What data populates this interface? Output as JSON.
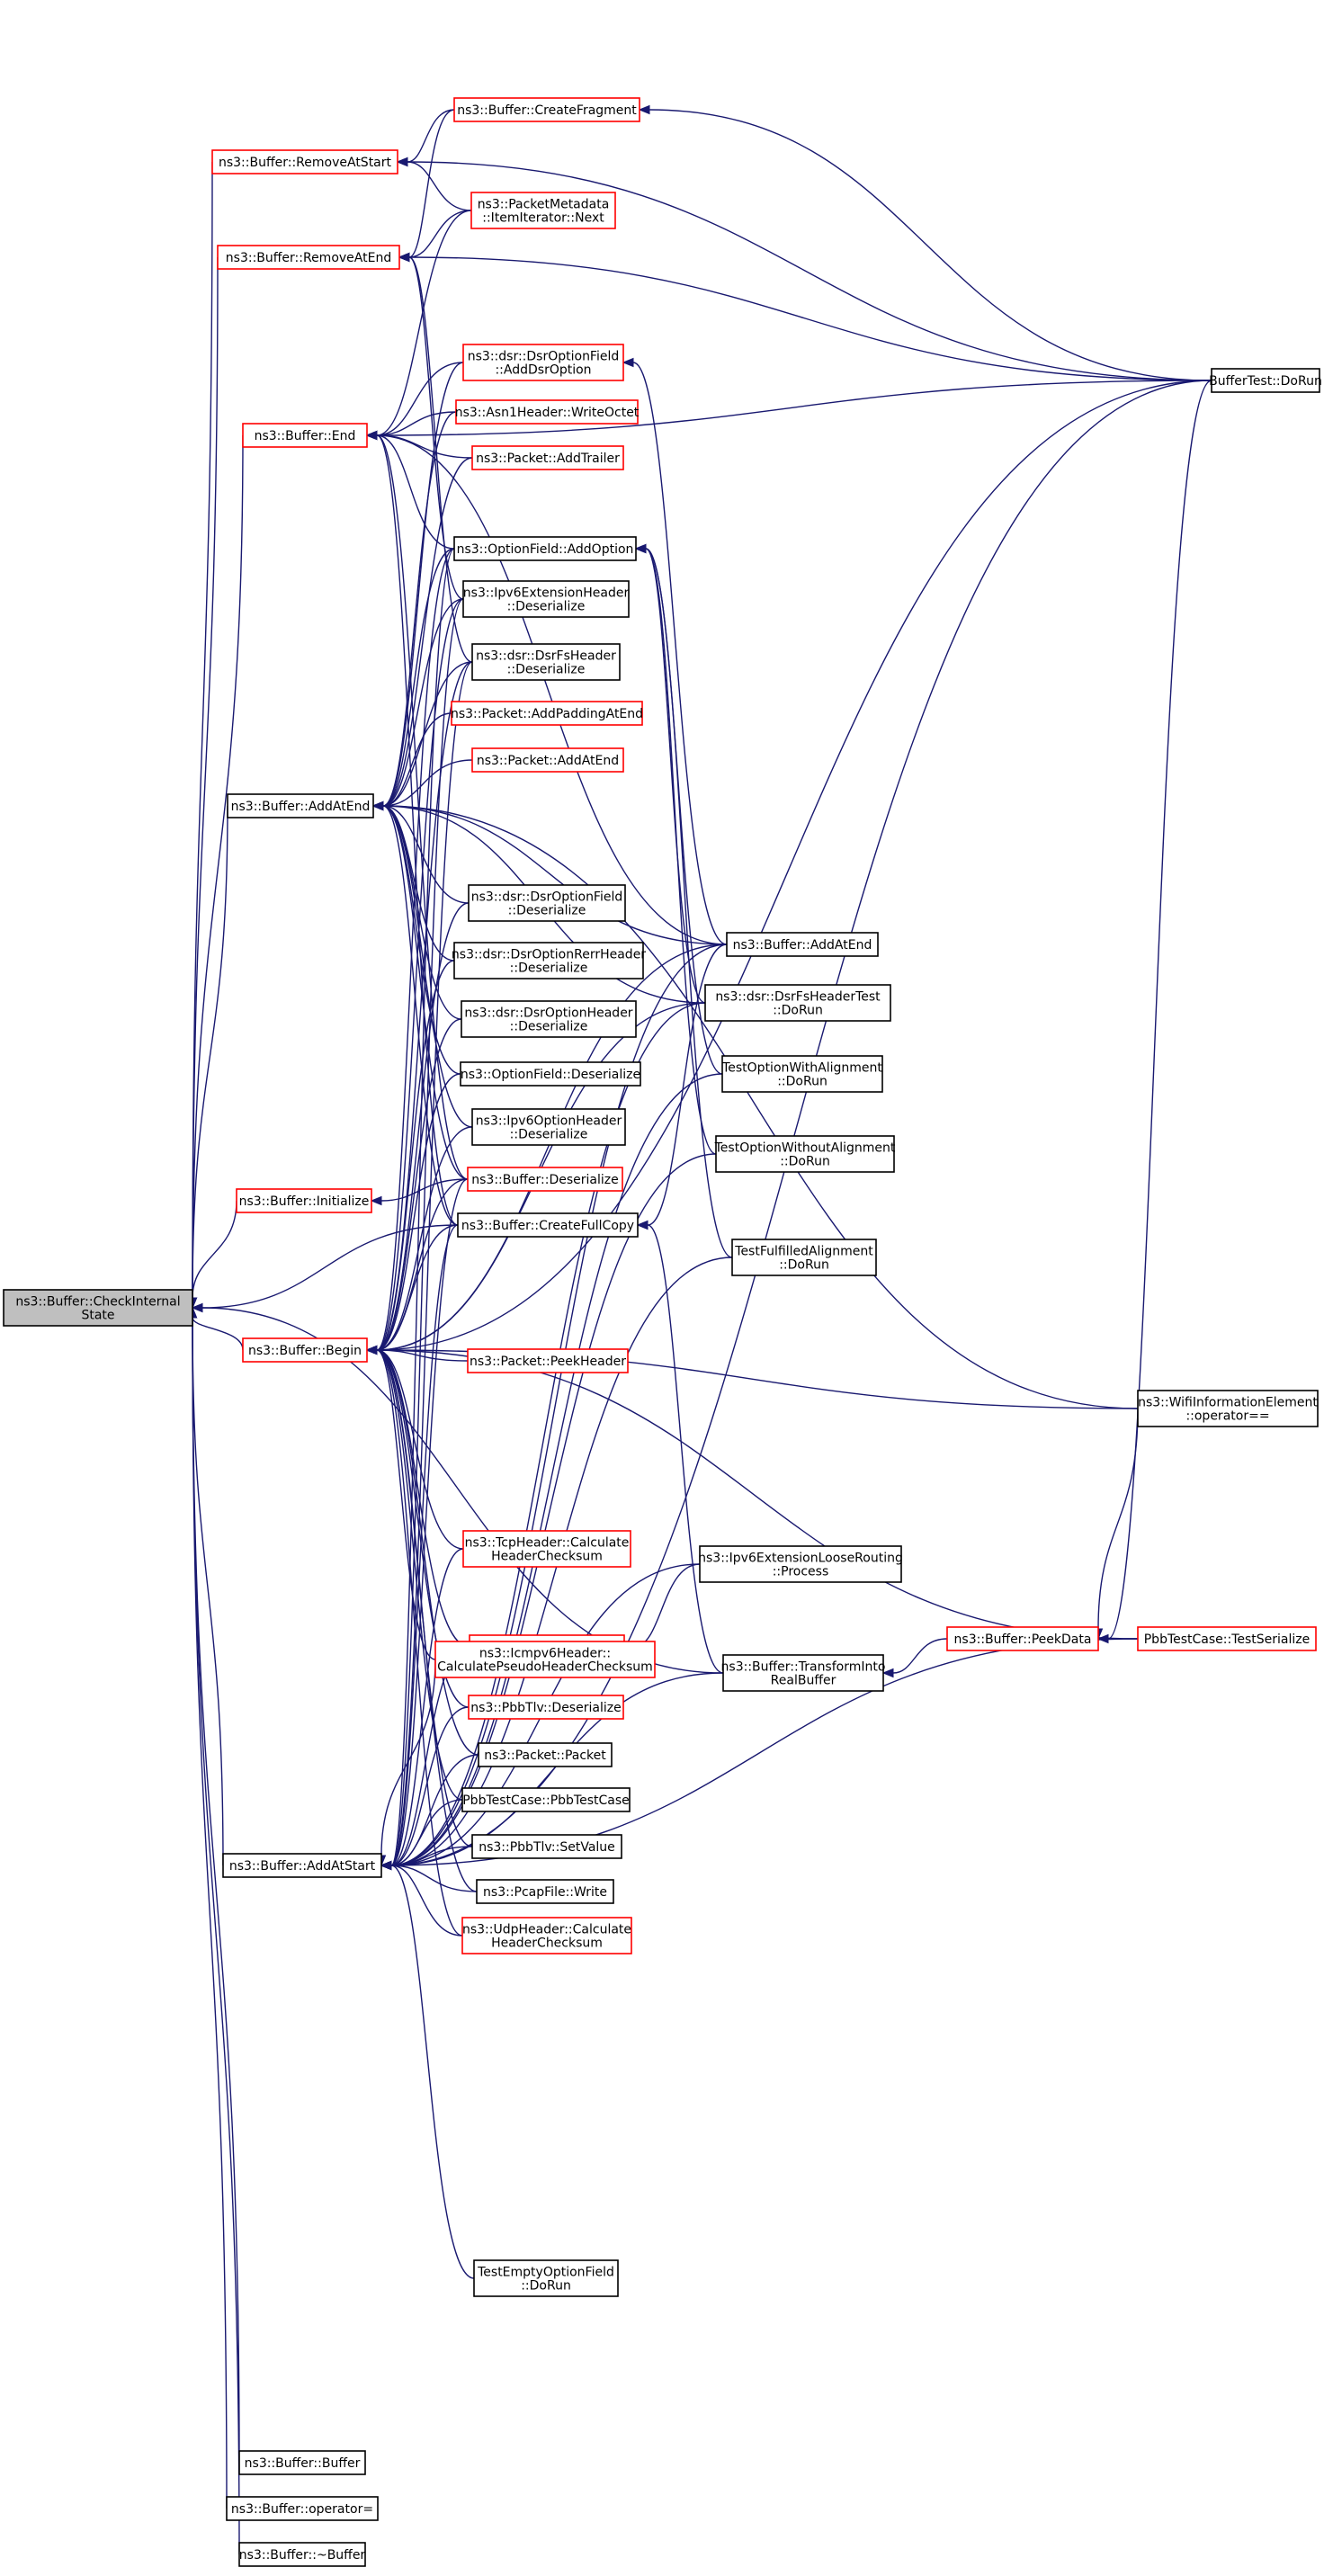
{
  "colors": {
    "edge": "#191970",
    "border_default": "#000000",
    "border_truncated": "#ff0000",
    "root_fill": "#bfbfbf",
    "node_fill": "#ffffff"
  },
  "nodes": {
    "root": {
      "lines": [
        "ns3::Buffer::CheckInternal",
        "State"
      ],
      "variant": "root"
    },
    "removeAtStart": {
      "lines": [
        "ns3::Buffer::RemoveAtStart"
      ],
      "variant": "truncated"
    },
    "createFragment": {
      "lines": [
        "ns3::Buffer::CreateFragment"
      ],
      "variant": "truncated"
    },
    "removeAtEnd": {
      "lines": [
        "ns3::Buffer::RemoveAtEnd"
      ],
      "variant": "truncated"
    },
    "pmNext": {
      "lines": [
        "ns3::PacketMetadata",
        "::ItemIterator::Next"
      ],
      "variant": "truncated"
    },
    "end": {
      "lines": [
        "ns3::Buffer::End"
      ],
      "variant": "truncated"
    },
    "dsrAddOpt": {
      "lines": [
        "ns3::dsr::DsrOptionField",
        "::AddDsrOption"
      ],
      "variant": "truncated"
    },
    "asn1": {
      "lines": [
        "ns3::Asn1Header::WriteOctet"
      ],
      "variant": "truncated"
    },
    "addTrailer": {
      "lines": [
        "ns3::Packet::AddTrailer"
      ],
      "variant": "truncated"
    },
    "optAddOpt": {
      "lines": [
        "ns3::OptionField::AddOption"
      ],
      "variant": "normal"
    },
    "ipv6ExtDes": {
      "lines": [
        "ns3::Ipv6ExtensionHeader",
        "::Deserialize"
      ],
      "variant": "normal"
    },
    "dsrFsDes": {
      "lines": [
        "ns3::dsr::DsrFsHeader",
        "::Deserialize"
      ],
      "variant": "normal"
    },
    "addPadding": {
      "lines": [
        "ns3::Packet::AddPaddingAtEnd"
      ],
      "variant": "truncated"
    },
    "pktAddAtEnd": {
      "lines": [
        "ns3::Packet::AddAtEnd"
      ],
      "variant": "truncated"
    },
    "addAtEnd": {
      "lines": [
        "ns3::Buffer::AddAtEnd"
      ],
      "variant": "normal"
    },
    "dsrOptFieldDes": {
      "lines": [
        "ns3::dsr::DsrOptionField",
        "::Deserialize"
      ],
      "variant": "normal"
    },
    "bufAddAtEnd2": {
      "lines": [
        "ns3::Buffer::AddAtEnd"
      ],
      "variant": "normal"
    },
    "dsrRerr": {
      "lines": [
        "ns3::dsr::DsrOptionRerrHeader",
        "::Deserialize"
      ],
      "variant": "normal"
    },
    "dsrFsTest": {
      "lines": [
        "ns3::dsr::DsrFsHeaderTest",
        "::DoRun"
      ],
      "variant": "normal"
    },
    "dsrOptHdr": {
      "lines": [
        "ns3::dsr::DsrOptionHeader",
        "::Deserialize"
      ],
      "variant": "normal"
    },
    "optFieldDes": {
      "lines": [
        "ns3::OptionField::Deserialize"
      ],
      "variant": "normal"
    },
    "testWithAlign": {
      "lines": [
        "TestOptionWithAlignment",
        "::DoRun"
      ],
      "variant": "normal"
    },
    "ipv6OptDes": {
      "lines": [
        "ns3::Ipv6OptionHeader",
        "::Deserialize"
      ],
      "variant": "normal"
    },
    "testWithoutAlign": {
      "lines": [
        "TestOptionWithoutAlignment",
        "::DoRun"
      ],
      "variant": "normal"
    },
    "initialize": {
      "lines": [
        "ns3::Buffer::Initialize"
      ],
      "variant": "truncated"
    },
    "bufDes": {
      "lines": [
        "ns3::Buffer::Deserialize"
      ],
      "variant": "truncated"
    },
    "fullCopy": {
      "lines": [
        "ns3::Buffer::CreateFullCopy"
      ],
      "variant": "normal"
    },
    "testFulfilled": {
      "lines": [
        "TestFulfilledAlignment",
        "::DoRun"
      ],
      "variant": "normal"
    },
    "begin": {
      "lines": [
        "ns3::Buffer::Begin"
      ],
      "variant": "truncated"
    },
    "peekHeader": {
      "lines": [
        "ns3::Packet::PeekHeader"
      ],
      "variant": "truncated"
    },
    "bufferTest": {
      "lines": [
        "BufferTest::DoRun"
      ],
      "variant": "normal"
    },
    "wifiIE": {
      "lines": [
        "ns3::WifiInformationElement",
        "::operator=="
      ],
      "variant": "normal"
    },
    "tcpChk": {
      "lines": [
        "ns3::TcpHeader::Calculate",
        "HeaderChecksum"
      ],
      "variant": "truncated"
    },
    "ipv6Loose": {
      "lines": [
        "ns3::Ipv6ExtensionLooseRouting",
        "::Process"
      ],
      "variant": "normal"
    },
    "addHeader": {
      "lines": [
        "ns3::Packet::AddHeader"
      ],
      "variant": "truncated"
    },
    "peekData": {
      "lines": [
        "ns3::Buffer::PeekData"
      ],
      "variant": "truncated"
    },
    "pbbSerialize": {
      "lines": [
        "PbbTestCase::TestSerialize"
      ],
      "variant": "truncated"
    },
    "icmpv6": {
      "lines": [
        "ns3::Icmpv6Header::",
        "CalculatePseudoHeaderChecksum"
      ],
      "variant": "truncated"
    },
    "transform": {
      "lines": [
        "ns3::Buffer::TransformInto",
        "RealBuffer"
      ],
      "variant": "normal"
    },
    "pbbTlvDes": {
      "lines": [
        "ns3::PbbTlv::Deserialize"
      ],
      "variant": "truncated"
    },
    "packetPacket": {
      "lines": [
        "ns3::Packet::Packet"
      ],
      "variant": "normal"
    },
    "pbbTestCase": {
      "lines": [
        "PbbTestCase::PbbTestCase"
      ],
      "variant": "normal"
    },
    "addAtStart": {
      "lines": [
        "ns3::Buffer::AddAtStart"
      ],
      "variant": "normal"
    },
    "pbbSetValue": {
      "lines": [
        "ns3::PbbTlv::SetValue"
      ],
      "variant": "normal"
    },
    "pcapWrite": {
      "lines": [
        "ns3::PcapFile::Write"
      ],
      "variant": "normal"
    },
    "udpChk": {
      "lines": [
        "ns3::UdpHeader::Calculate",
        "HeaderChecksum"
      ],
      "variant": "truncated"
    },
    "testEmpty": {
      "lines": [
        "TestEmptyOptionField",
        "::DoRun"
      ],
      "variant": "normal"
    },
    "bufBuffer": {
      "lines": [
        "ns3::Buffer::Buffer"
      ],
      "variant": "normal"
    },
    "bufAssign": {
      "lines": [
        "ns3::Buffer::operator="
      ],
      "variant": "normal"
    },
    "bufDtor": {
      "lines": [
        "ns3::Buffer::~Buffer"
      ],
      "variant": "normal"
    }
  }
}
